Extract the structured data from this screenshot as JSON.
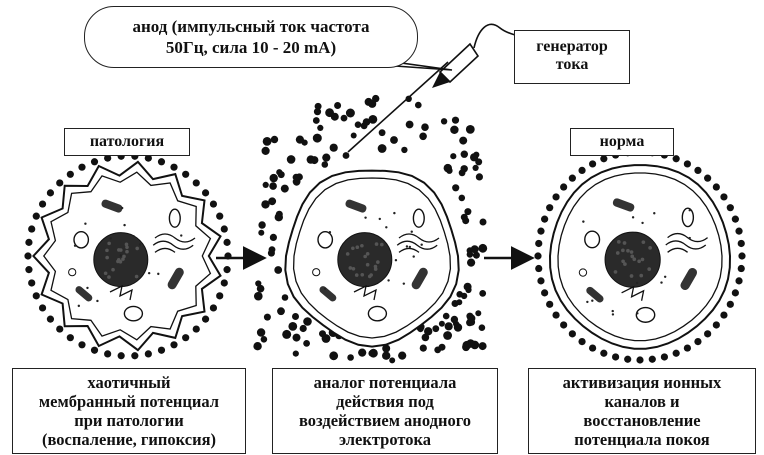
{
  "callout": {
    "line1": "анод (импульсный ток частота",
    "line2": "50Гц, сила 10 - 20 mA)"
  },
  "generator": {
    "line1": "генератор",
    "line2": "тока"
  },
  "labels": {
    "pathology": "патология",
    "norm": "норма"
  },
  "captions": {
    "left": [
      "хаотичный",
      "мембранный потенциал",
      "при патологии",
      "(воспаление, гипоксия)"
    ],
    "middle": [
      "аналог потенциала",
      "действия под",
      "воздействием анодного",
      "электротока"
    ],
    "right": [
      "активизация ионных",
      "каналов и",
      "восстановление",
      "потенциала покоя"
    ]
  },
  "colors": {
    "ink": "#111111",
    "background": "#ffffff"
  }
}
